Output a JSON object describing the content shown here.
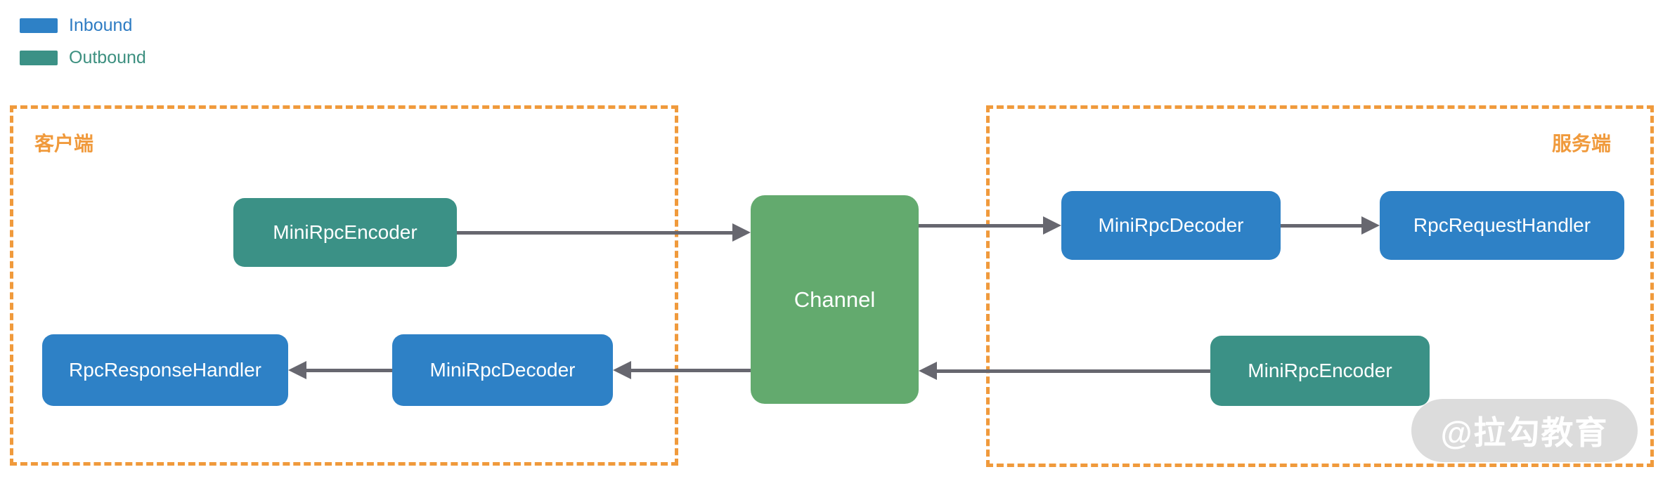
{
  "colors": {
    "inbound_blue": "#2e81c6",
    "outbound_teal": "#3b9186",
    "channel_green": "#63aa6e",
    "border_orange": "#f09a3c",
    "arrow_gray": "#67676f",
    "watermark_bg": "#dcdcdc",
    "watermark_text": "#ffffff",
    "legend_inbound_text": "#2e7cc3",
    "legend_outbound_text": "#3d9080"
  },
  "legend": {
    "inbound": {
      "label": "Inbound",
      "color": "#2e81c6"
    },
    "outbound": {
      "label": "Outbound",
      "color": "#3b9186"
    }
  },
  "groups": {
    "client": {
      "label": "客户端"
    },
    "server": {
      "label": "服务端"
    }
  },
  "nodes": {
    "channel": {
      "label": "Channel",
      "type": "channel"
    },
    "client_encoder": {
      "label": "MiniRpcEncoder",
      "type": "outbound"
    },
    "client_decoder": {
      "label": "MiniRpcDecoder",
      "type": "inbound"
    },
    "response_handler": {
      "label": "RpcResponseHandler",
      "type": "inbound"
    },
    "server_decoder": {
      "label": "MiniRpcDecoder",
      "type": "inbound"
    },
    "request_handler": {
      "label": "RpcRequestHandler",
      "type": "inbound"
    },
    "server_encoder": {
      "label": "MiniRpcEncoder",
      "type": "outbound"
    }
  },
  "edges": [
    {
      "from": "client_encoder",
      "to": "channel"
    },
    {
      "from": "channel",
      "to": "server_decoder"
    },
    {
      "from": "server_decoder",
      "to": "request_handler"
    },
    {
      "from": "channel",
      "to": "client_decoder"
    },
    {
      "from": "client_decoder",
      "to": "response_handler"
    },
    {
      "from": "server_encoder",
      "to": "channel"
    }
  ],
  "watermark": {
    "text": "@拉勾教育"
  }
}
